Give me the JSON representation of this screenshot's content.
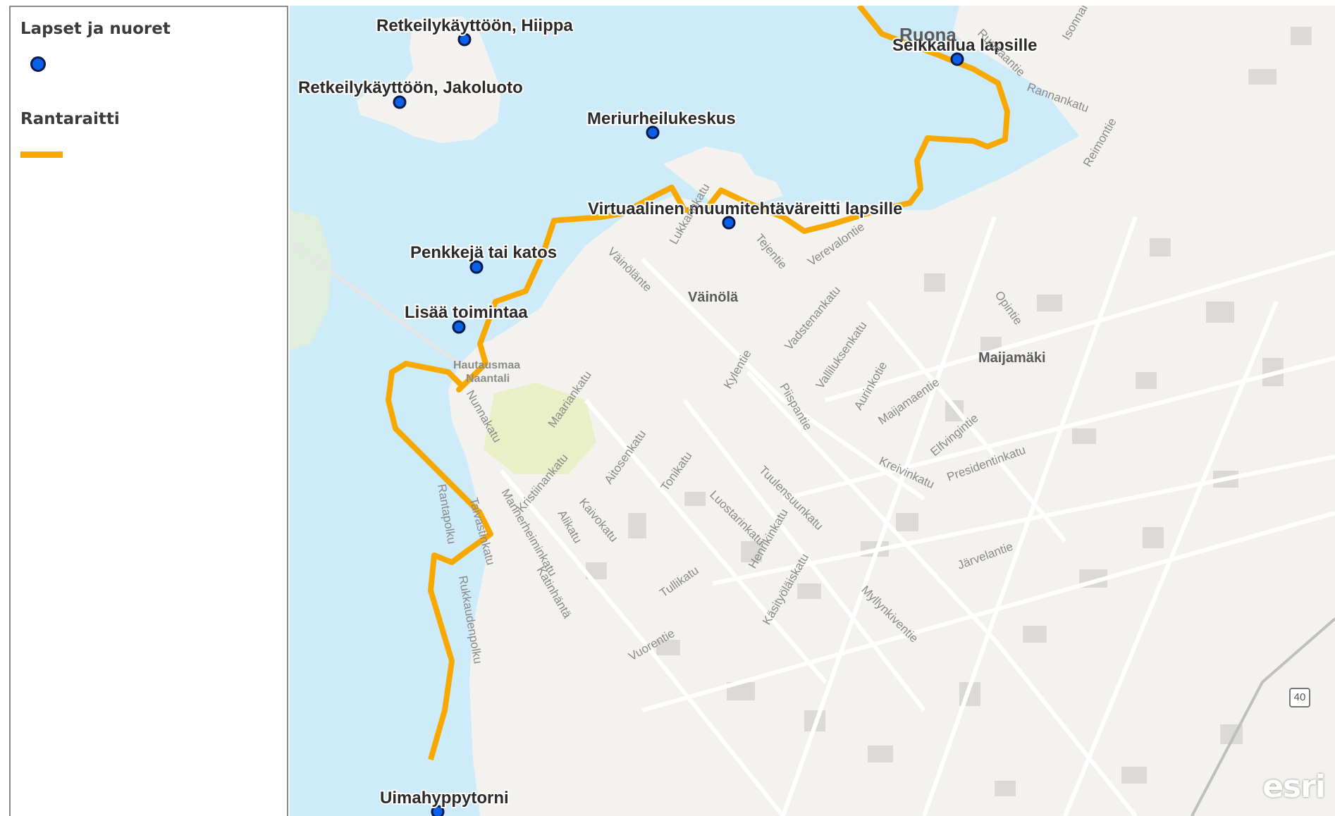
{
  "legend": {
    "children_title": "Lapset ja nuoret",
    "shore_title": "Rantaraitti"
  },
  "colors": {
    "water": "#cdebf9",
    "land": "#f4f2ee",
    "park": "#e9efc7",
    "trail": "#f7a900",
    "poi": "#0a60e8"
  },
  "pois": [
    {
      "label": "Retkeilykäyttöön, Hiippa"
    },
    {
      "label": "Retkeilykäyttöön, Jakoluoto"
    },
    {
      "label": "Meriurheilukeskus"
    },
    {
      "label": "Seikkailua lapsille"
    },
    {
      "label": "Virtuaalinen muumitehtäväreitti lapsille"
    },
    {
      "label": "Penkkejä tai katos"
    },
    {
      "label": "Lisää toimintaa"
    },
    {
      "label": "Uimahyppytorni"
    }
  ],
  "places": {
    "ruona": "Ruona",
    "vainola": "Väinölä",
    "maijamaki": "Maijamäki",
    "cemetery1": "Hautausmaa",
    "cemetery2": "Naantali"
  },
  "streets": [
    "Väinölänte",
    "Lukkarinkatu",
    "Tejentie",
    "Verevalontie",
    "Vadstenankatu",
    "Kylentie",
    "Piispantie",
    "Valliluksenkatu",
    "Aurinkotie",
    "Maijamaentie",
    "Elfvingintie",
    "Kreivinkatu",
    "Presidentinkatu",
    "Opintie",
    "Nunnakatu",
    "Maariankatu",
    "Kristiinankatu",
    "Aitosenkatu",
    "Tonikatu",
    "Luostarinkatu",
    "Tuulensuunkatu",
    "Henrikinkatu",
    "Käsityöläiskatu",
    "Tullikatu",
    "Kaivokatu",
    "Alikatu",
    "Mannerheiminkatu",
    "Katinhäntä",
    "Taivastinkatu",
    "Rukkaudenpolku",
    "Järvelantie",
    "Myllynkiventie",
    "Ruonaantie",
    "Rannankatu",
    "Isonnantie",
    "Reimontie",
    "Rantapolku",
    "Vuorentie"
  ],
  "route_number": "40",
  "attribution": "esri"
}
